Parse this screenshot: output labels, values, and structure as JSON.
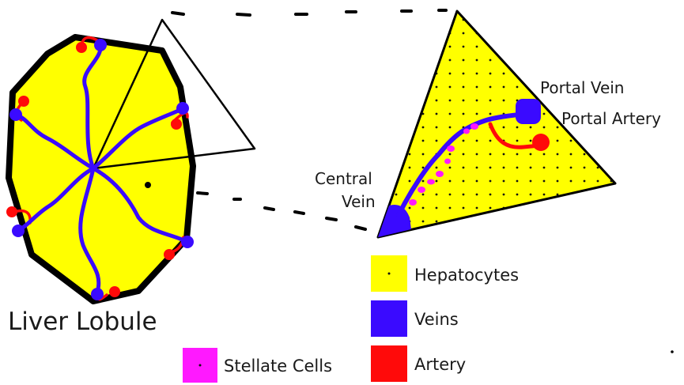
{
  "diagram": {
    "lobule_label": "Liver Lobule",
    "labels": {
      "central_vein_line1": "Central",
      "central_vein_line2": "Vein",
      "portal_vein": "Portal Vein",
      "portal_artery": "Portal Artery"
    }
  },
  "legend": {
    "items": [
      {
        "label": "Hepatocytes",
        "color": "#ffff00",
        "dotted": true
      },
      {
        "label": "Veins",
        "color": "#3a0aff"
      },
      {
        "label": "Artery",
        "color": "#ff0a0a"
      },
      {
        "label": "Stellate Cells",
        "color": "#ff19ff",
        "dotted": true
      }
    ]
  },
  "colors": {
    "hepatocyte": "#ffff00",
    "vein": "#3a0aff",
    "artery": "#ff0a0a",
    "stellate": "#ff19ff",
    "outline": "#000000"
  }
}
